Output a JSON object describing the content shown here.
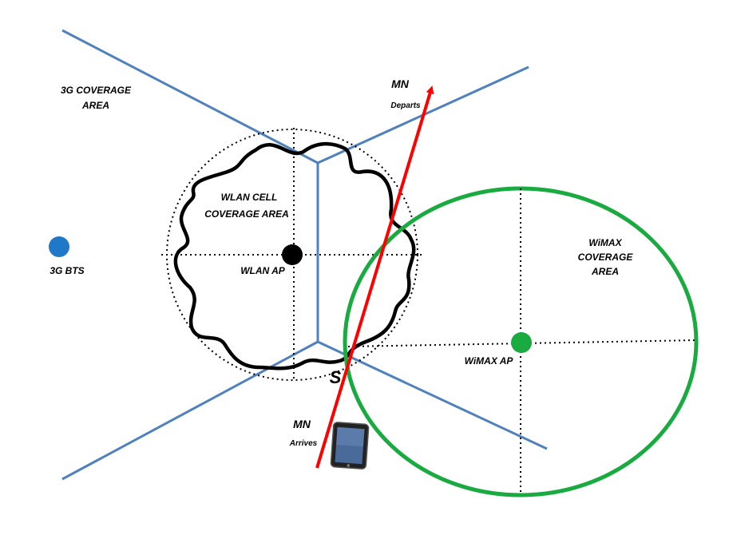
{
  "labels": {
    "coverage_3g_line1": "3G COVERAGE",
    "coverage_3g_line2": "AREA",
    "bts_3g": "3G BTS",
    "wlan_cell_line1": "WLAN CELL",
    "wlan_cell_line2": "COVERAGE AREA",
    "wlan_ap": "WLAN AP",
    "wimax_line1": "WiMAX",
    "wimax_line2": "COVERAGE",
    "wimax_line3": "AREA",
    "wimax_ap": "WiMAX AP",
    "mn_top": "MN",
    "departs": "Departs",
    "mn_bottom": "MN",
    "arrives": "Arrives",
    "s_point": "S"
  },
  "colors": {
    "sector_lines": "#4f81bd",
    "bts_3g": "#1f78c8",
    "wimax": "#1aab40",
    "mn_path": "#ff0000",
    "wlan": "#000000"
  },
  "icons": {
    "mobile_node": "tablet-icon"
  }
}
